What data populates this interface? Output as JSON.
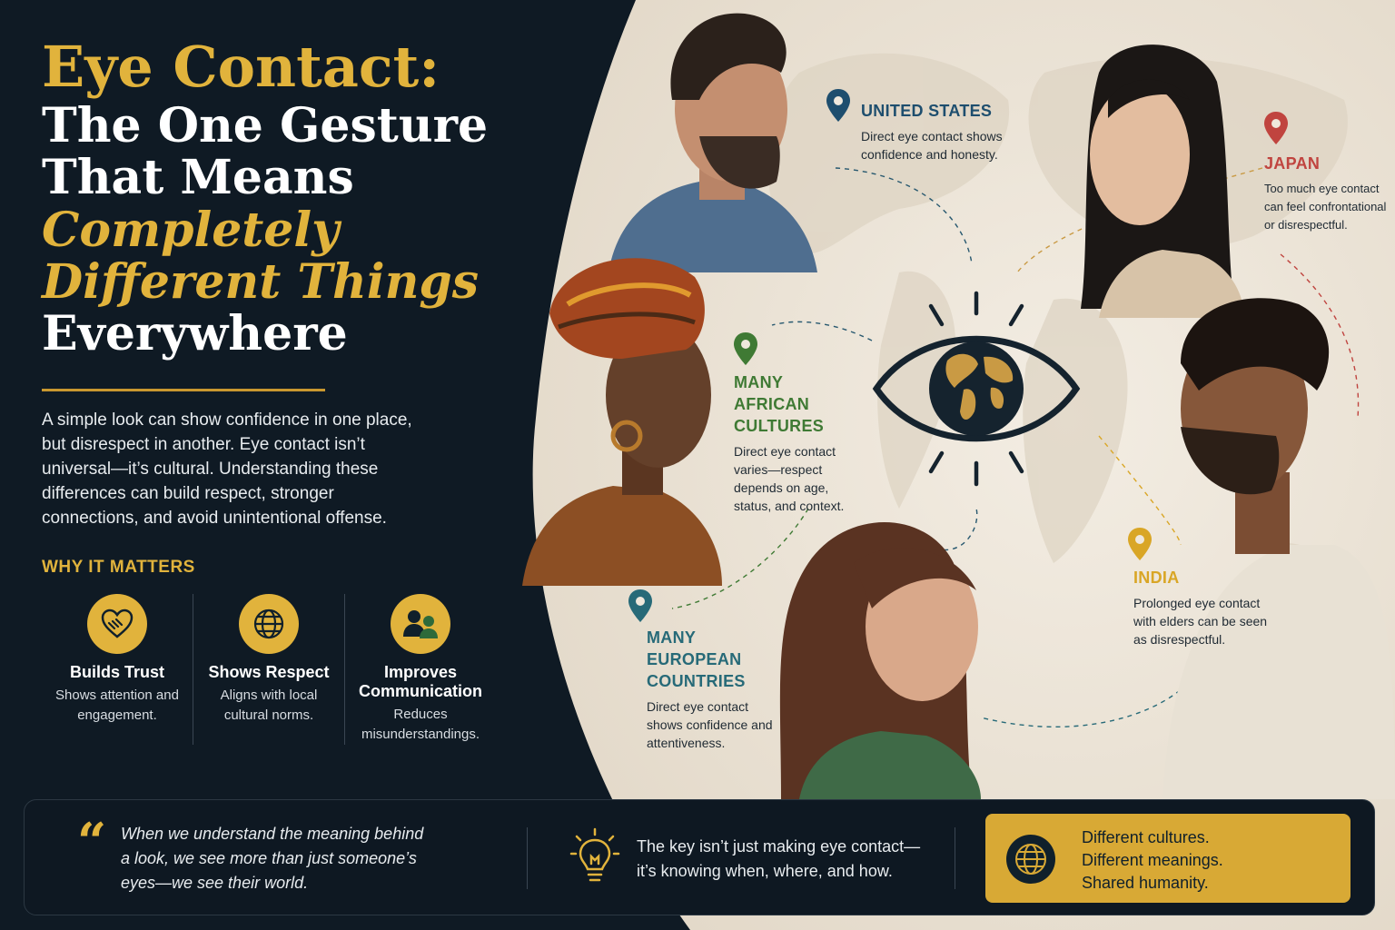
{
  "title": {
    "line1": "Eye Contact:",
    "line2": "The One Gesture",
    "line3": "That Means",
    "line4": "Completely",
    "line5": "Different Things",
    "line6": "Everywhere"
  },
  "intro": "A simple look can show confidence in one place, but disrespect in another. Eye contact isn’t universal—it’s cultural. Understanding these differences can build respect, stronger connections, and avoid unintentional offense.",
  "why": {
    "label": "WHY IT MATTERS",
    "items": [
      {
        "icon": "handshake-heart-icon",
        "title": "Builds Trust",
        "desc": "Shows attention and engagement."
      },
      {
        "icon": "globe-icon",
        "title": "Shows Respect",
        "desc": "Aligns with local cultural norms."
      },
      {
        "icon": "people-icon",
        "title": "Improves Communication",
        "desc": "Reduces misunderstandings."
      }
    ]
  },
  "countries": {
    "us": {
      "name": "UNITED STATES",
      "desc": "Direct eye contact shows confidence and honesty.",
      "color": "#1e4e6e"
    },
    "japan": {
      "name": "JAPAN",
      "desc": "Too much eye contact can feel confrontational or disrespectful.",
      "color": "#c0443f"
    },
    "africa": {
      "name": "MANY AFRICAN CULTURES",
      "desc": "Direct eye contact varies—respect depends on age, status, and context.",
      "color": "#3f7a34"
    },
    "europe": {
      "name": "MANY EUROPEAN COUNTRIES",
      "desc": "Direct eye contact shows confidence and attentiveness.",
      "color": "#276a78"
    },
    "india": {
      "name": "INDIA",
      "desc": "Prolonged eye contact with elders can be seen as disrespectful.",
      "color": "#d9a626"
    }
  },
  "bottom": {
    "quote": "When we understand the meaning behind a look, we see more than just someone’s eyes—we see their world.",
    "key": "The key isn’t just making eye contact—it’s knowing when, where, and how.",
    "box_lines": [
      "Different cultures.",
      "Different meanings.",
      "Shared humanity."
    ]
  },
  "colors": {
    "navy": "#0f1a24",
    "gold": "#e1b33c",
    "beige": "#efe8dc"
  }
}
